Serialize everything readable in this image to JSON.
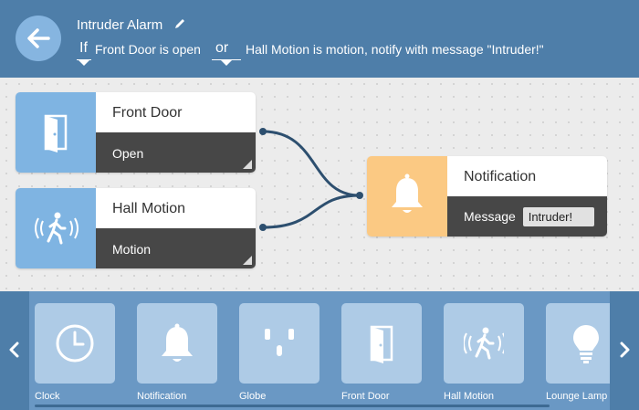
{
  "header": {
    "title": "Intruder Alarm",
    "if_label": "If",
    "condition1": "Front Door is open",
    "operator": "or",
    "condition2_action": "Hall Motion is motion, notify with message \"Intruder!\""
  },
  "nodes": [
    {
      "name": "Front Door",
      "value": "Open",
      "icon": "door-icon",
      "color": "#7fb4e2"
    },
    {
      "name": "Hall Motion",
      "value": "Motion",
      "icon": "motion-sensor-icon",
      "color": "#7fb4e2"
    },
    {
      "name": "Notification",
      "value_label": "Message",
      "message": "Intruder!",
      "icon": "bell-icon",
      "color": "#fbc983"
    }
  ],
  "toolbox": {
    "items": [
      {
        "label": "Clock",
        "icon": "clock-icon"
      },
      {
        "label": "Notification",
        "icon": "bell-icon"
      },
      {
        "label": "Globe",
        "icon": "outlet-icon"
      },
      {
        "label": "Front Door",
        "icon": "door-icon"
      },
      {
        "label": "Hall Motion",
        "icon": "motion-sensor-icon"
      },
      {
        "label": "Lounge Lamp",
        "icon": "lightbulb-icon"
      }
    ]
  },
  "colors": {
    "header_bg": "#4e7ea9",
    "sensor_tile": "#7fb4e2",
    "notification_tile": "#fbc983",
    "wire": "#2d4f6f",
    "toolbox_bg": "#6a98c4"
  }
}
